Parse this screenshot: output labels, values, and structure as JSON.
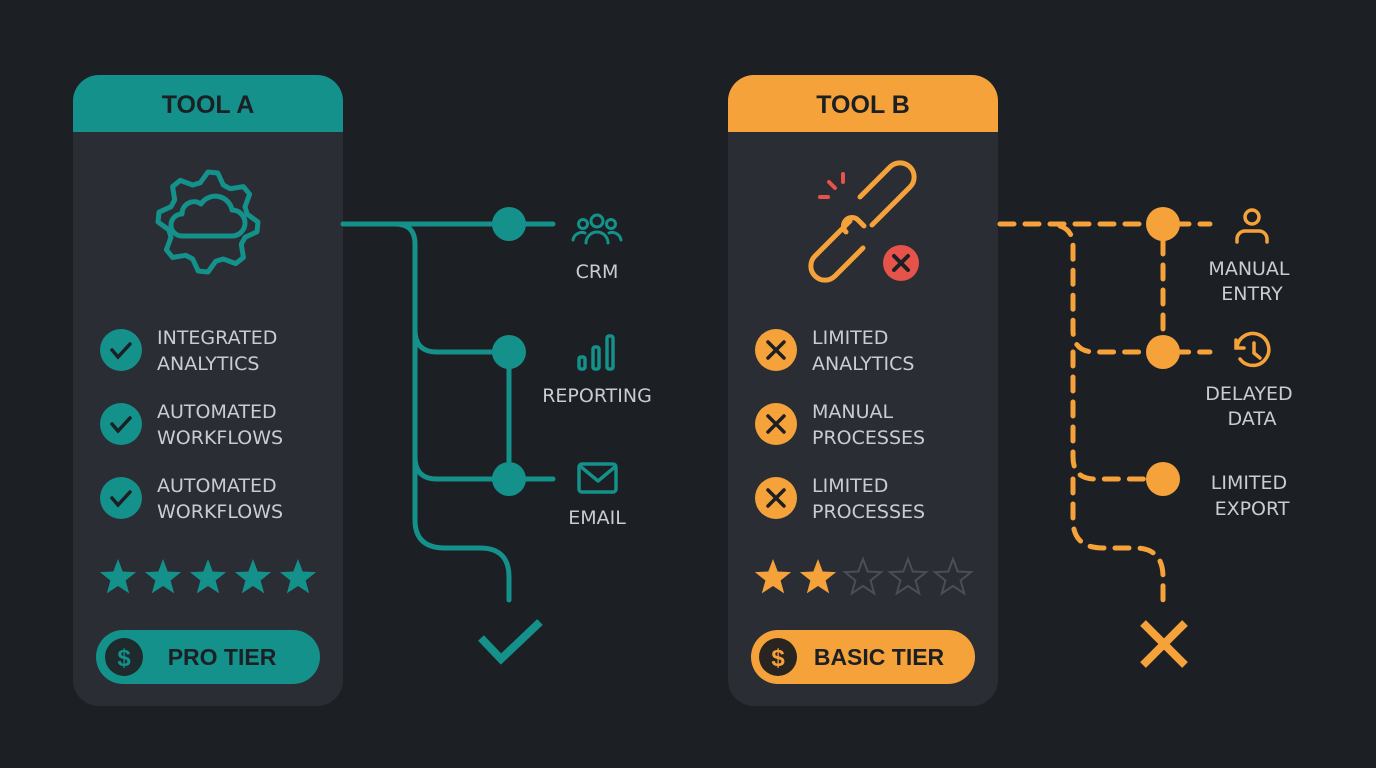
{
  "colors": {
    "background": "#1c1f24",
    "card": "#2a2d33",
    "tool_a": "#13918a",
    "tool_b": "#f6a23a",
    "alert": "#e5534b",
    "text": "#c9ccd1"
  },
  "tool_a": {
    "title": "TOOL A",
    "icon": "gear-cloud-icon",
    "features": [
      {
        "line1": "INTEGRATED",
        "line2": "ANALYTICS",
        "icon": "check-circle-icon"
      },
      {
        "line1": "AUTOMATED",
        "line2": "WORKFLOWS",
        "icon": "check-circle-icon"
      },
      {
        "line1": "AUTOMATED",
        "line2": "WORKFLOWS",
        "icon": "check-circle-icon"
      }
    ],
    "rating": 5,
    "rating_max": 5,
    "tier": "PRO TIER",
    "integrations": [
      {
        "label": "CRM",
        "icon": "users-icon"
      },
      {
        "label": "REPORTING",
        "icon": "bar-chart-icon"
      },
      {
        "label": "EMAIL",
        "icon": "mail-icon"
      }
    ],
    "outcome_icon": "checkmark-icon"
  },
  "tool_b": {
    "title": "TOOL B",
    "icon": "broken-link-icon",
    "features": [
      {
        "line1": "LIMITED",
        "line2": "ANALYTICS",
        "icon": "x-circle-icon"
      },
      {
        "line1": "MANUAL",
        "line2": "PROCESSES",
        "icon": "x-circle-icon"
      },
      {
        "line1": "LIMITED",
        "line2": "PROCESSES",
        "icon": "x-circle-icon"
      }
    ],
    "rating": 2,
    "rating_max": 5,
    "tier": "BASIC TIER",
    "integrations": [
      {
        "line1": "MANUAL",
        "line2": "ENTRY",
        "icon": "user-icon"
      },
      {
        "line1": "DELAYED",
        "line2": "DATA",
        "icon": "history-icon"
      },
      {
        "line1": "LIMITED",
        "line2": "EXPORT",
        "icon": ""
      }
    ],
    "outcome_icon": "x-icon"
  }
}
